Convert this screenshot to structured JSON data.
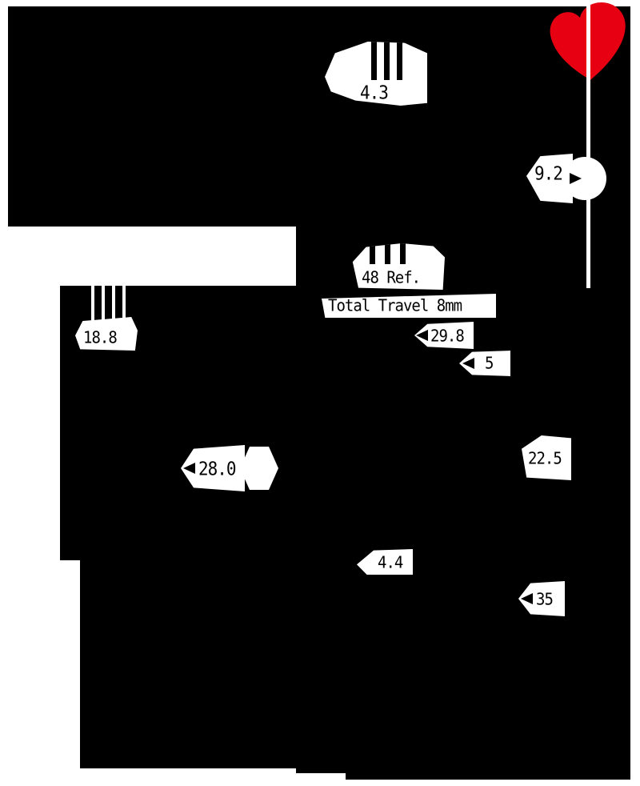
{
  "title": "Dimensioned outline drawing (inverted technical diagram)",
  "colors": {
    "ink": "#000000",
    "paper": "#ffffff",
    "accent_red": "#e60012"
  },
  "icons": {
    "red_mark": "red-heart-mark"
  },
  "dims": {
    "d43": "4.3",
    "d92": "9.2",
    "d48": "48 Ref.",
    "travel": "Total Travel 8mm",
    "d298": "29.8",
    "d5": "5",
    "d188": "18.8",
    "d280": "28.0",
    "d225": "22.5",
    "d44": "4.4",
    "d35": "35"
  }
}
